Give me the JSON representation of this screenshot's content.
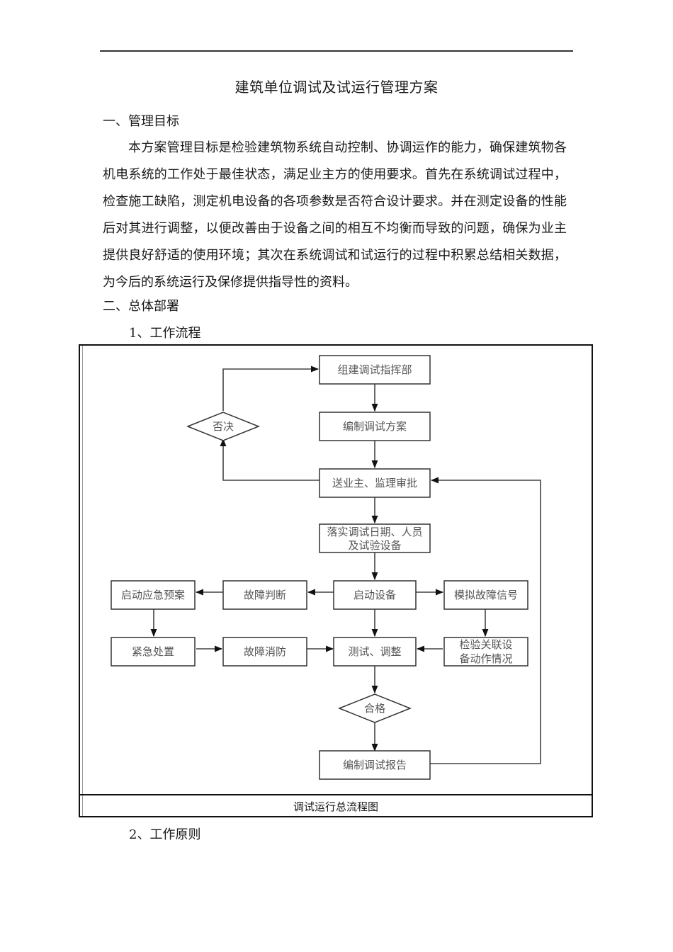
{
  "document": {
    "title": "建筑单位调试及试运行管理方案",
    "section1": {
      "heading": "一、管理目标",
      "paragraph": "本方案管理目标是检验建筑物系统自动控制、协调运作的能力，确保建筑物各机电系统的工作处于最佳状态，满足业主方的使用要求。首先在系统调试过程中，检查施工缺陷，测定机电设备的各项参数是否符合设计要求。并在测定设备的性能后对其进行调整，以便改善由于设备之间的相互不均衡而导致的问题，确保为业主提供良好舒适的使用环境；其次在系统调试和试运行的过程中积累总结相关数据，为今后的系统运行及保修提供指导性的资料。"
    },
    "section2": {
      "heading": "二、总体部署",
      "sub1": "1、工作流程",
      "sub2": "2、工作原则"
    },
    "figure": {
      "caption": "调试运行总流程图",
      "nodes": {
        "setup_hq": "组建调试指挥部",
        "draft_plan": "编制调试方案",
        "submit_approval": "送业主、监理审批",
        "reject": "否决",
        "arrange_line1": "落实调试日期、人员",
        "arrange_line2": "及试验设备",
        "start_equipment": "启动设备",
        "fault_judgement": "故障判断",
        "emergency_plan": "启动应急预案",
        "simulate_fault": "模拟故障信号",
        "emergency_handling": "紧急处置",
        "fault_elimination": "故障消防",
        "test_adjust": "测试、调整",
        "check_line1": "检验关联设",
        "check_line2": "备动作情况",
        "qualified": "合格",
        "write_report": "编制调试报告"
      }
    }
  }
}
